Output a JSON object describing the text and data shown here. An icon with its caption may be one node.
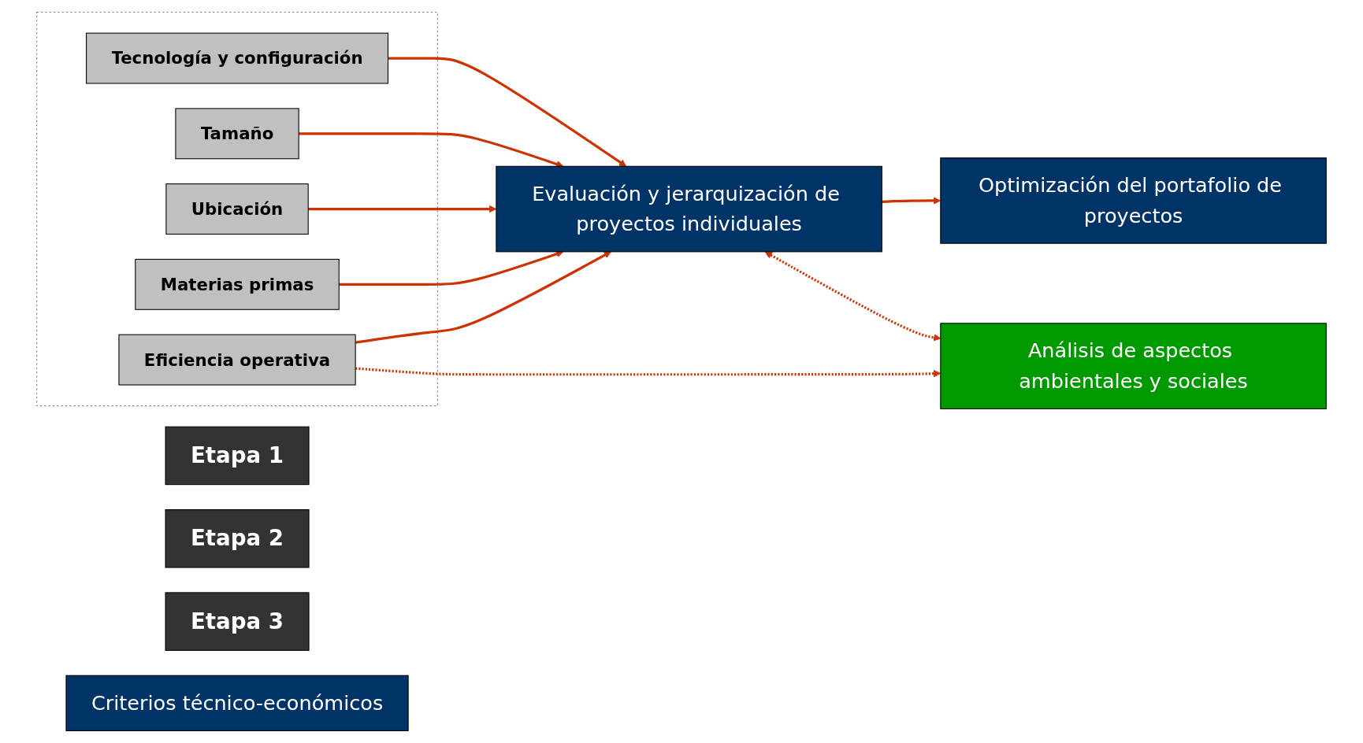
{
  "diagram": {
    "nodes": [
      {
        "text": [
          "Etapa 1"
        ]
      },
      {
        "text": [
          "Etapa 2"
        ]
      },
      {
        "text": [
          "Etapa 3"
        ]
      },
      {
        "text": [
          "Criterios técnico-económicos"
        ]
      },
      {
        "text": [
          "Evaluación y jerarquización de proyectos individuales"
        ]
      },
      {
        "text": [
          "Optimización del portafolio de proyectos"
        ]
      },
      {
        "text": [],
        "shape": "box"
      },
      {
        "text": [
          "Tecnología y configuración"
        ],
        "in": 6
      },
      {
        "text": [
          "Tamaño"
        ],
        "in": 6
      },
      {
        "text": [
          "Ubicación"
        ],
        "in": 6
      },
      {
        "text": [
          "Materias primas"
        ],
        "in": 6
      },
      {
        "text": [
          "Eficiencia operativa"
        ],
        "in": 6
      },
      {
        "text": [
          "Análisis de aspectos ambientales y sociales"
        ]
      }
    ],
    "edges": [
      {
        "from": 7,
        "to": 4,
        "arrow": "to"
      },
      {
        "from": 8,
        "to": 4,
        "arrow": "to"
      },
      {
        "from": 9,
        "to": 4,
        "arrow": "to"
      },
      {
        "from": 10,
        "to": 4,
        "arrow": "to"
      },
      {
        "from": 11,
        "to": 4,
        "arrow": "to"
      },
      {
        "from": 11,
        "to": 12,
        "arrow": "to",
        "style": "dashed"
      },
      {
        "from": 4,
        "to": 5,
        "arrow": "to"
      },
      {
        "from": 4,
        "to": 12,
        "arrow": "both",
        "style": "dashed"
      }
    ]
  }
}
